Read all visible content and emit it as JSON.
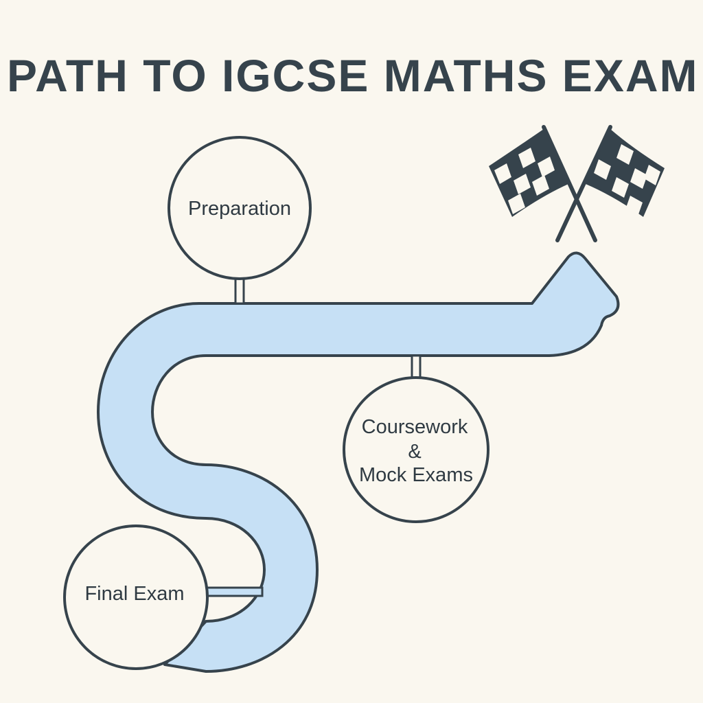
{
  "title": "PATH TO IGCSE MATHS EXAM",
  "stages": [
    {
      "label_lines": [
        "Preparation"
      ]
    },
    {
      "label_lines": [
        "Coursework",
        "&",
        "Mock Exams"
      ]
    },
    {
      "label_lines": [
        "Final Exam"
      ]
    }
  ],
  "icons": {
    "finish": "checkered-flags-icon"
  },
  "colors": {
    "background": "#faf7ef",
    "stroke": "#36434c",
    "road": "#c6e0f5"
  }
}
